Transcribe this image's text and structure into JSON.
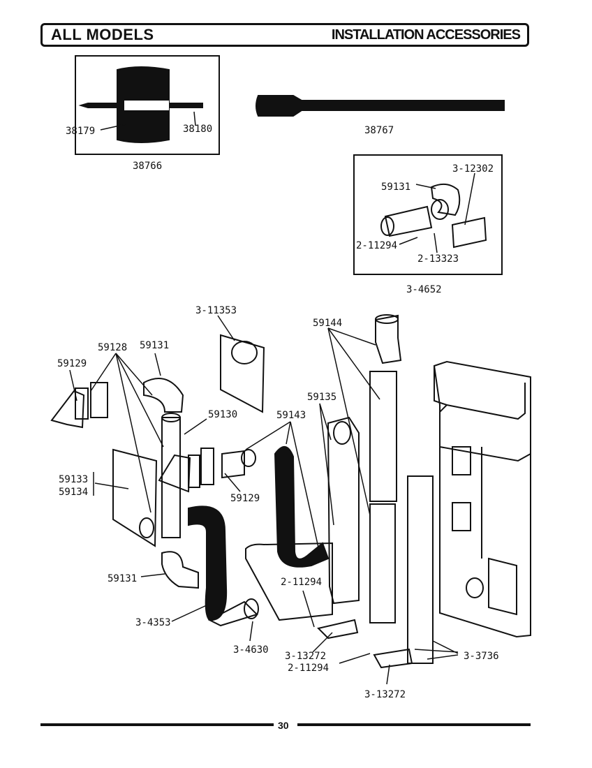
{
  "header": {
    "left_title": "ALL MODELS",
    "right_title": "INSTALLATION ACCESSORIES"
  },
  "parts": {
    "p38179": "38179",
    "p38180": "38180",
    "p38766": "38766",
    "p38767": "38767",
    "p3_12302": "3-12302",
    "p59131_kit": "59131",
    "p2_11294_kit": "2-11294",
    "p2_13323": "2-13323",
    "p3_4652": "3-4652",
    "p3_11353": "3-11353",
    "p59144": "59144",
    "p59128": "59128",
    "p59131_top": "59131",
    "p59129_left": "59129",
    "p59130": "59130",
    "p59135": "59135",
    "p59143": "59143",
    "p59133": "59133",
    "p59134": "59134",
    "p59129_mid": "59129",
    "p59131_bottom": "59131",
    "p2_11294_mid": "2-11294",
    "p3_4353": "3-4353",
    "p3_4630": "3-4630",
    "p3_13272_a": "3-13272",
    "p2_11294_bottom": "2-11294",
    "p3_3736": "3-3736",
    "p3_13272_b": "3-13272"
  },
  "footer": {
    "page_number": "30"
  }
}
